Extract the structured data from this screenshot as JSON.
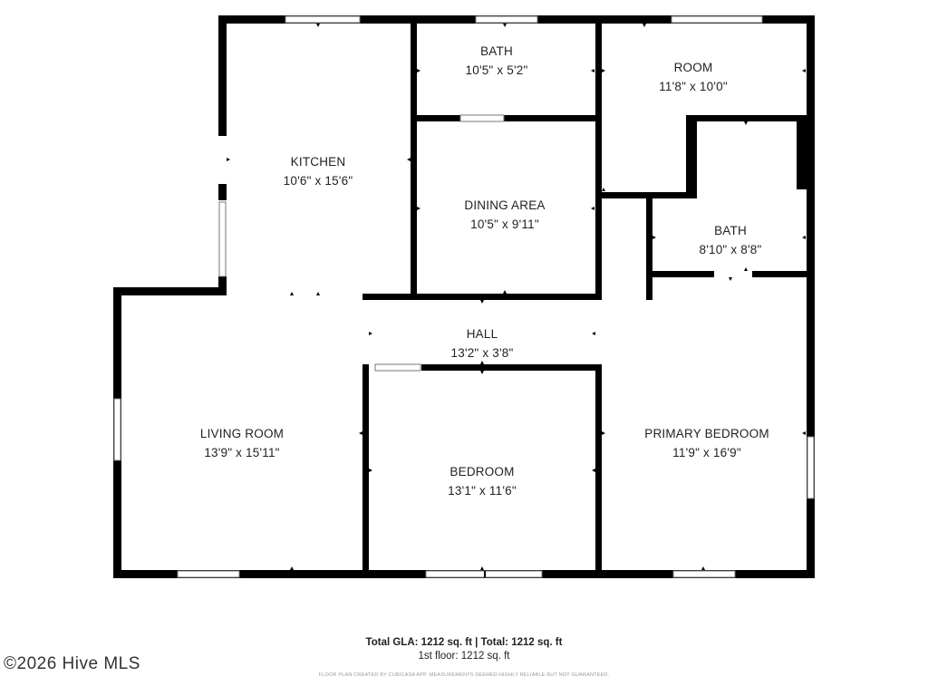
{
  "rooms": {
    "bath1": {
      "name": "BATH",
      "dims": "10'5\" x 5'2\""
    },
    "room": {
      "name": "ROOM",
      "dims": "11'8\" x 10'0\""
    },
    "kitchen": {
      "name": "KITCHEN",
      "dims": "10'6\" x 15'6\""
    },
    "dining": {
      "name": "DINING AREA",
      "dims": "10'5\" x 9'11\""
    },
    "bath2": {
      "name": "BATH",
      "dims": "8'10\" x 8'8\""
    },
    "hall": {
      "name": "HALL",
      "dims": "13'2\" x 3'8\""
    },
    "living": {
      "name": "LIVING ROOM",
      "dims": "13'9\" x 15'11\""
    },
    "bedroom": {
      "name": "BEDROOM",
      "dims": "13'1\" x 11'6\""
    },
    "primary": {
      "name": "PRIMARY BEDROOM",
      "dims": "11'9\" x 16'9\""
    }
  },
  "summary": {
    "gla_label": "Total GLA:",
    "gla_value": "1212 sq. ft",
    "separator": "|",
    "total_label": "Total:",
    "total_value": "1212 sq. ft",
    "floor_line": "1st floor: 1212 sq. ft"
  },
  "disclaimer": "FLOOR PLAN CREATED BY CUBICASA APP. MEASUREMENTS DEEMED HIGHLY RELIABLE BUT NOT GUARANTEED.",
  "copyright": "©2026 Hive MLS",
  "colors": {
    "wall": "#000000",
    "window": "#bfbfbf"
  }
}
